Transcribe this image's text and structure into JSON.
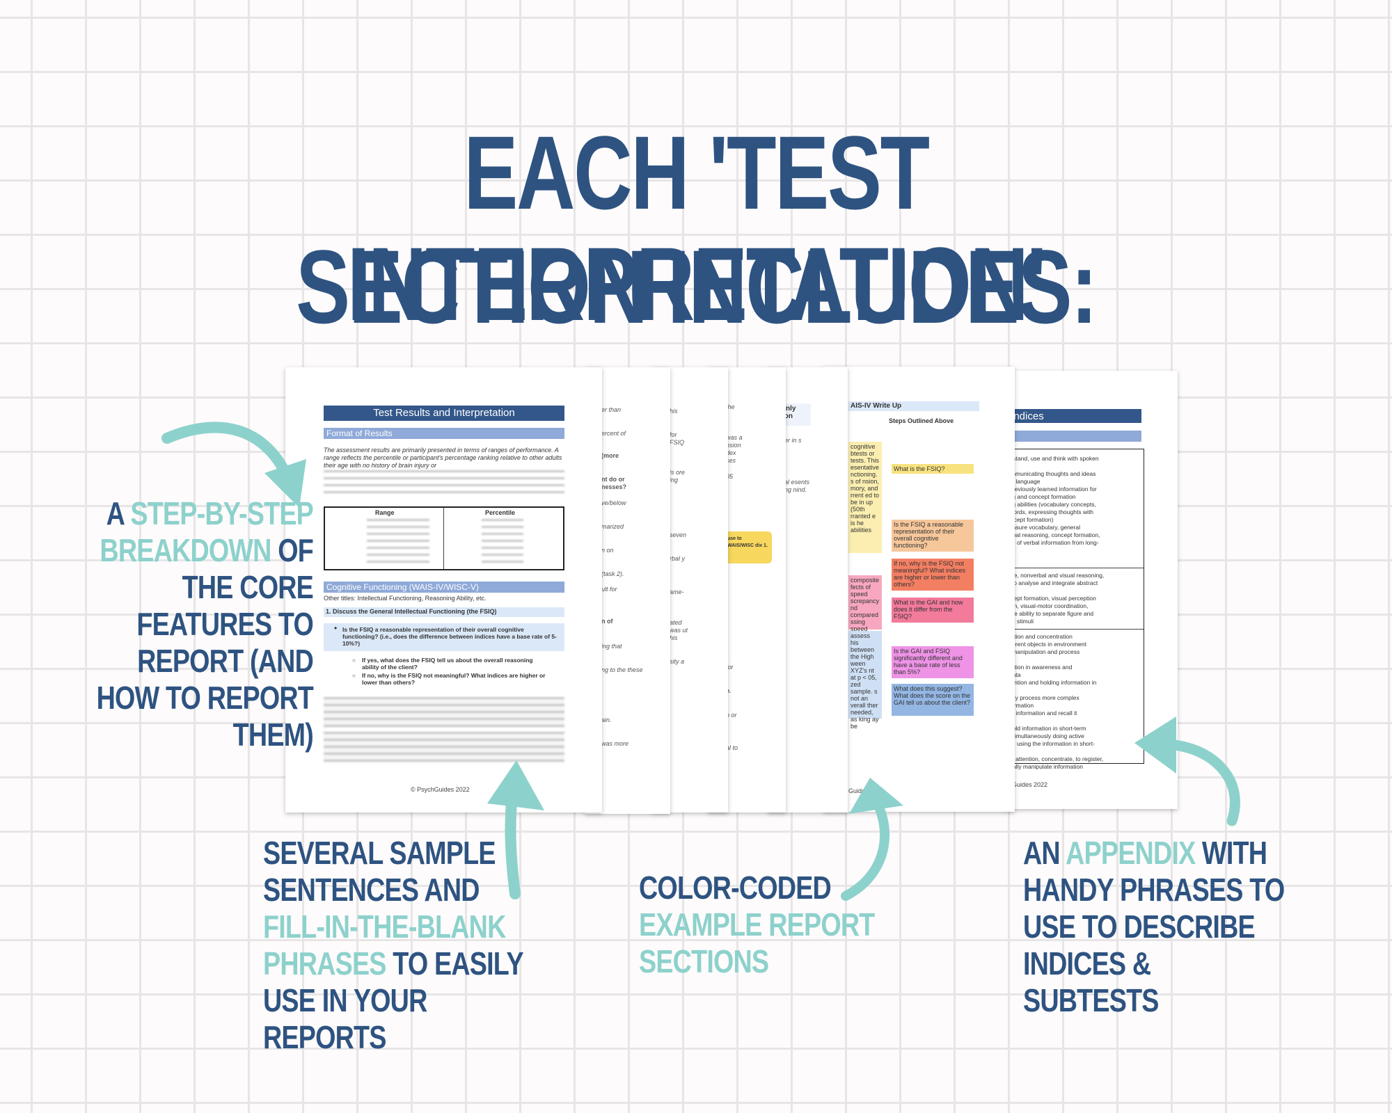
{
  "heading": {
    "line1": "EACH 'TEST INTERPRETATION'",
    "line2": "SECTION INCLUDES:"
  },
  "captions": {
    "left": {
      "a": "A",
      "hl1": "STEP-BY-STEP",
      "hl2": "BREAKDOWN",
      "rest1": "OF",
      "rest2": "THE CORE",
      "rest3": "FEATURES TO",
      "rest4": "REPORT (AND",
      "rest5": "HOW TO REPORT",
      "rest6": "THEM)"
    },
    "bottom1": {
      "l1": "SEVERAL SAMPLE",
      "l2": "SENTENCES AND",
      "hl1": "FILL-IN-THE-BLANK",
      "hl2": "PHRASES",
      "rest": "TO EASILY",
      "l5": "USE IN YOUR REPORTS"
    },
    "bottom2": {
      "l1": "COLOR-CODED",
      "hl1": "EXAMPLE REPORT",
      "hl2": "SECTIONS"
    },
    "bottom3": {
      "a": "AN",
      "hl": "APPENDIX",
      "rest": "WITH",
      "l2": "HANDY PHRASES TO",
      "l3": "USE TO DESCRIBE",
      "l4": "INDICES & SUBTESTS"
    }
  },
  "doc_front": {
    "header": "Test Results and Interpretation",
    "format": "Format of Results",
    "intro": "The assessment results are primarily presented in terms of ranges of performance. A range reflects the percentile or participant's percentage ranking relative to other adults their age with no history of brain injury or",
    "table_head_range": "Range",
    "table_head_pct": "Percentile",
    "cog_header": "Cognitive Functioning (WAIS-IV/WISC-V)",
    "other_titles": "Other titles: Intellectual Functioning, Reasoning Ability, etc.",
    "q1": "1. Discuss the General Intellectual Functioning (the FSIQ)",
    "bullet": "Is the FSIQ a reasonable representation of their overall cognitive functioning? (i.e., does the difference between indices have a base rate of 5-10%?)",
    "sub1": "If yes, what does the FSIQ tell us about the overall reasoning ability of the client?",
    "sub2": "If no, why is the FSIQ not meaningful? What indices are higher or lower than others?",
    "footer": "© PsychGuides 2022"
  },
  "doc_mid": {
    "frags": [
      "er than",
      "ercent of",
      "(more",
      "nt do or nesses?",
      "ve/below",
      "marized",
      "n on",
      "(task 2).",
      "ult for",
      "n of",
      "ing that",
      "ng to the these",
      "ain.",
      "was more"
    ],
    "frags2": [
      "his",
      "for FSIQ",
      "is ore ing",
      "seven",
      "rbal y",
      "ame-",
      "ated was ut his",
      "sity a"
    ],
    "frags3": [
      "the",
      "was a nsion dex ses",
      "05",
      "for",
      "e.",
      "o or",
      "al to"
    ],
    "yellow_note": "use to WAIS/WISC dix 1.",
    "frags4": [
      "? (Only arison",
      "er in s",
      "al esents ng nind."
    ]
  },
  "doc_color": {
    "header": "AIS-IV Write Up",
    "steps": "Steps Outlined Above",
    "q_fsiq": "What is the FSIQ?",
    "q_reasonable": "Is the FSIQ a reasonable representation of their overall cognitive functioning?",
    "q_not": "If no, why is the FSIQ not meaningful? What indices are higher or lower than others?",
    "q_gai": "What is the GAI and how does it differ from the FSIQ?",
    "q_diff": "Is the GAI and FSIQ significantly different and have a base rate of less than 5%?",
    "q_suggest": "What does this suggest? What does the score on the GAI tell us about the client?",
    "left_text": "cognitive btests or tests. This esentative nctioning. s of nsion, mory, and rrent ed to be in up (50th rranted e is he abilities",
    "left_pink": "composite fects of speed screpancy nd compared ssing speed",
    "left_blue": "assess his between the High ween XYZ's nt at p < 05, zed sample. s not an verall ther needed, as king ay be",
    "footer": "Guide"
  },
  "doc_appendix": {
    "header": "endices",
    "rows": [
      "derstand, use and think with spoken\n\ncommunicating thoughts and ideas\nand language\ne previously learned information for\nning and concept formation\nning abilities (vocabulary concepts,\nh words, expressing thoughts with\nconcept formation)\nmeasure vocabulary, general\nverbal reasoning, concept formation,\neval of verbal information from long-\nry",
      "ence, nonverbal and visual reasoning,\nity to analyse and integrate abstract\nials\noncept formation, visual perception\nation, visual-motor coordination,\nd the ability to separate figure and\nsual stimuli",
      "ttention and concentration\ndifferent objects in environment\nld, manipulation and process\n\nrmation in awareness and\ng data\nattention and holding information in\n\nntally process more complex\ninformation\noral information and recall it\ny\no hold information in short-term\nile simultaneously doing active\nving using the information in short-\nry\ntain attention, concentrate, to register,\nentally manipulate information"
    ],
    "footer": "Guides 2022"
  },
  "colors": {
    "navy": "#2e5381",
    "teal": "#8dd1cc",
    "doc_header": "#33578a",
    "doc_sub": "#8fa9d8",
    "yellow": "#f7e27f",
    "peach": "#f6c79b",
    "orange": "#f37f63",
    "pink": "#f27a9b",
    "magenta": "#ee93e6",
    "blue": "#93b6e3"
  },
  "icons": [
    "curved-arrow-left",
    "curved-arrow-up",
    "curved-arrow-middle",
    "curved-arrow-right"
  ]
}
